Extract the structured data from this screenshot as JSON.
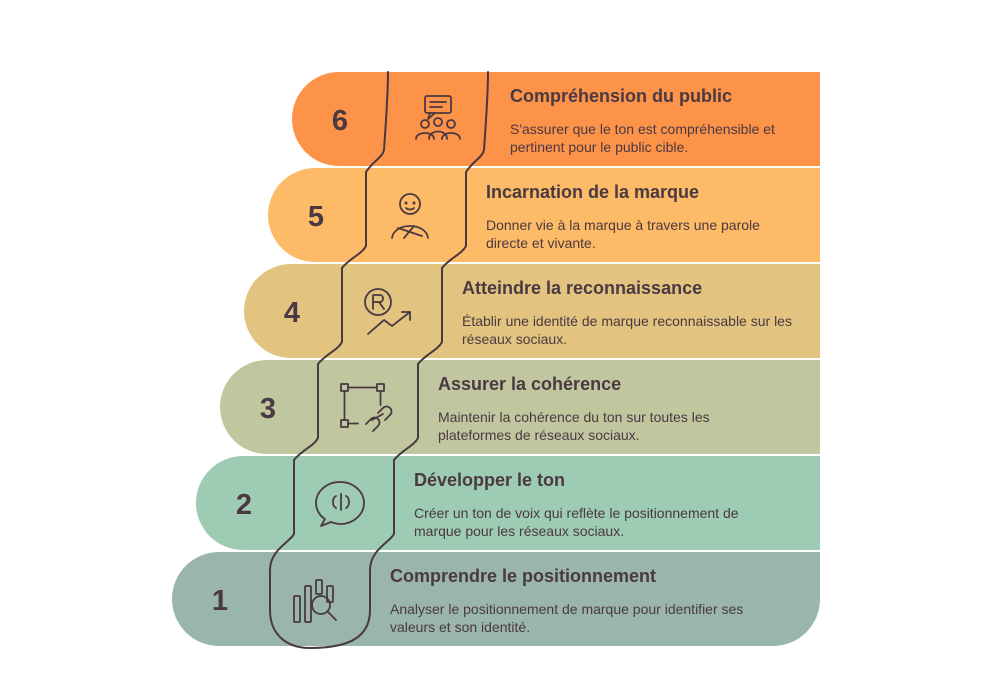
{
  "steps": [
    {
      "number": "6",
      "title": "Compréhension du public",
      "description": "S'assurer que le ton est compréhensible et pertinent pour le public cible.",
      "icon": "audience-icon",
      "color": "#fc9349"
    },
    {
      "number": "5",
      "title": "Incarnation de la marque",
      "description": "Donner vie à la marque à travers une parole directe et vivante.",
      "icon": "person-icon",
      "color": "#fdbb67"
    },
    {
      "number": "4",
      "title": "Atteindre la reconnaissance",
      "description": "Établir une identité de marque reconnaissable sur les réseaux sociaux.",
      "icon": "registered-growth-icon",
      "color": "#e2c480"
    },
    {
      "number": "3",
      "title": "Assurer la cohérence",
      "description": "Maintenir la cohérence du ton sur toutes les plateformes de réseaux sociaux.",
      "icon": "frame-link-icon",
      "color": "#c0c79f"
    },
    {
      "number": "2",
      "title": "Développer le ton",
      "description": "Créer un ton de voix qui reflète le positionnement de marque pour les réseaux sociaux.",
      "icon": "speech-bubble-icon",
      "color": "#9ecbb3"
    },
    {
      "number": "1",
      "title": "Comprendre le positionnement",
      "description": "Analyser le positionnement de marque pour identifier ses valeurs et son identité.",
      "icon": "analysis-icon",
      "color": "#9ab5a9"
    }
  ]
}
